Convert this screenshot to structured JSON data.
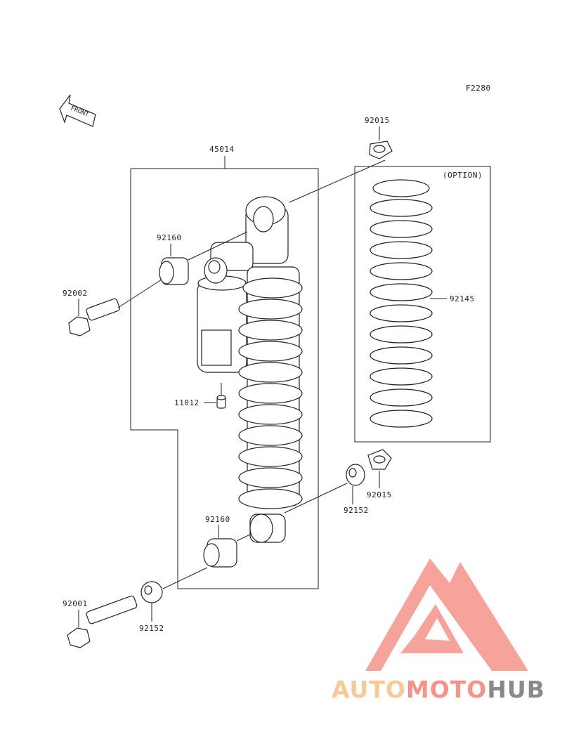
{
  "figure_code": "F2280",
  "front_label": "FRONT",
  "option_label": "(OPTION)",
  "parts": [
    {
      "id": "45014"
    },
    {
      "id": "92015"
    },
    {
      "id": "92160"
    },
    {
      "id": "92002"
    },
    {
      "id": "92145"
    },
    {
      "id": "11012"
    },
    {
      "id": "92015"
    },
    {
      "id": "92152"
    },
    {
      "id": "92160"
    },
    {
      "id": "92001"
    },
    {
      "id": "92152"
    }
  ],
  "watermark": {
    "part1": "AUTO",
    "part2": "MOTO",
    "part3": "HUB",
    "colors": {
      "auto": "#f7c99a",
      "moto": "#f4938a",
      "hub": "#8a8a8a",
      "logo": "#f4938a"
    }
  }
}
